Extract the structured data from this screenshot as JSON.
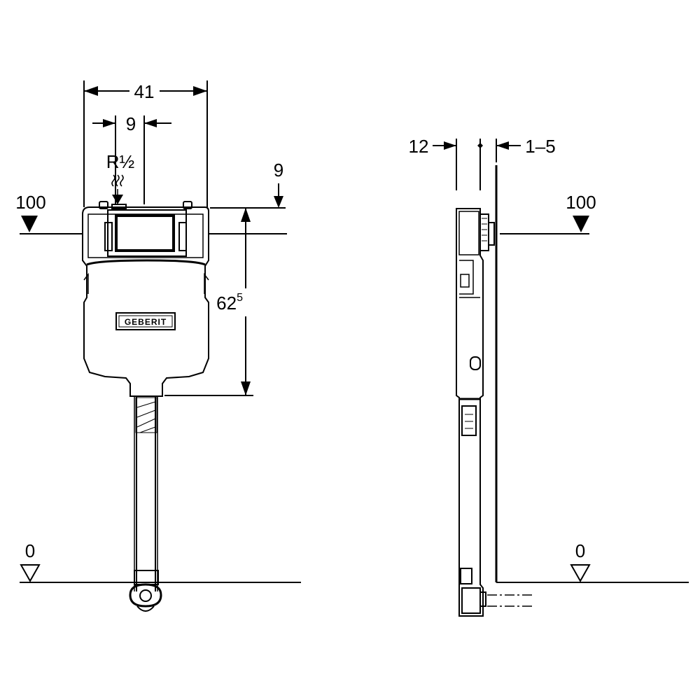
{
  "front_view": {
    "width_dim": "41",
    "inlet_offset_dim": "9",
    "inlet_thread": "R½",
    "top_offset_dim": "9",
    "height_dim_main": "62",
    "height_dim_sup": "5",
    "level_top": "100",
    "level_floor": "0",
    "brand_logo": "GEBERIT"
  },
  "side_view": {
    "depth_dim": "12",
    "wall_gap_dim": "1–5",
    "level_top": "100",
    "level_floor": "0"
  }
}
